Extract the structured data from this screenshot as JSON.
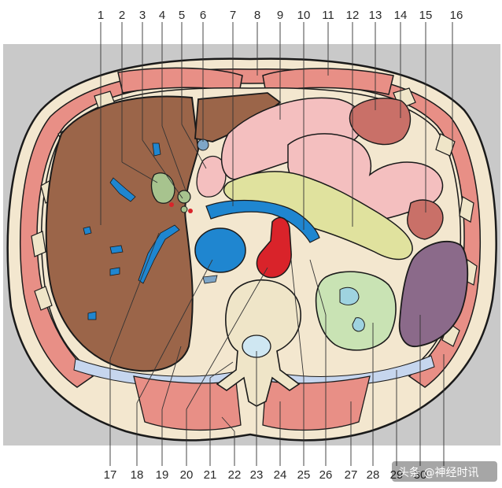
{
  "labels": {
    "top": [
      "1",
      "2",
      "3",
      "4",
      "5",
      "6",
      "7",
      "8",
      "9",
      "10",
      "11",
      "12",
      "13",
      "14",
      "15",
      "16"
    ],
    "bottom": [
      "17",
      "18",
      "19",
      "20",
      "21",
      "22",
      "23",
      "24",
      "25",
      "26",
      "27",
      "28",
      "29",
      "30"
    ]
  },
  "watermark": {
    "text": "头条 @神经时讯"
  },
  "colors": {
    "background_panel": "#c9c9c9",
    "body_wall": "#f3e7cf",
    "muscle": "#e88f86",
    "liver": "#9b6549",
    "portal_vessels": "#1f86d0",
    "aorta": "#d9232a",
    "stomach": "#f4bfbf",
    "pancreas": "#e0e29e",
    "kidney": "#c9e3b4",
    "spleen": "#8b6a8a",
    "bone": "#efe5c8",
    "fat_layer": "#c6d6ee"
  }
}
